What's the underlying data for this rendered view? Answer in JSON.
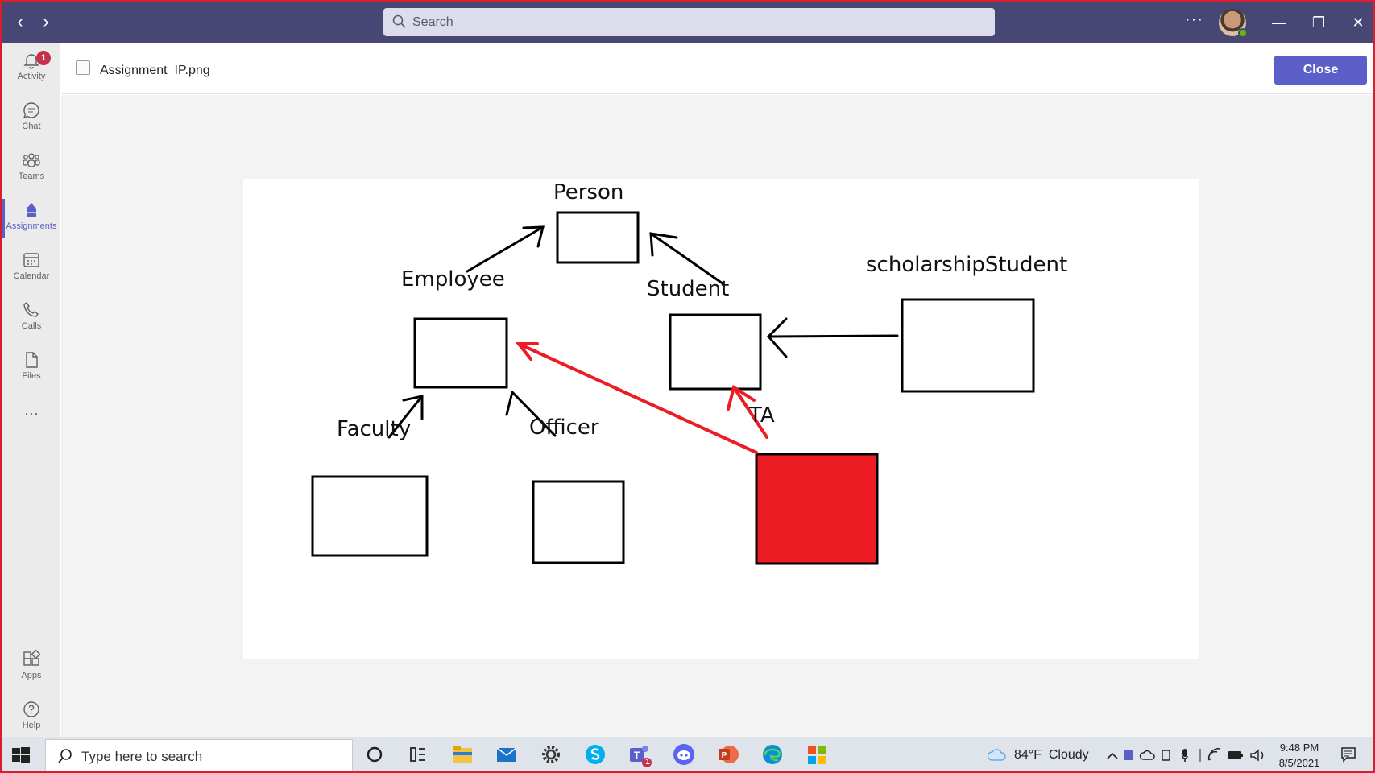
{
  "titlebar": {
    "search_placeholder": "Search",
    "more_label": "···",
    "minimize": "—",
    "restore": "❐",
    "close": "✕"
  },
  "rail": {
    "items": [
      {
        "label": "Activity",
        "icon": "bell-icon",
        "badge": "1"
      },
      {
        "label": "Chat",
        "icon": "chat-icon"
      },
      {
        "label": "Teams",
        "icon": "teams-icon"
      },
      {
        "label": "Assignments",
        "icon": "assignments-icon",
        "active": true
      },
      {
        "label": "Calendar",
        "icon": "calendar-icon"
      },
      {
        "label": "Calls",
        "icon": "phone-icon"
      },
      {
        "label": "Files",
        "icon": "file-icon"
      },
      {
        "label": "···",
        "icon": "more-icon"
      },
      {
        "label": "Apps",
        "icon": "apps-icon"
      },
      {
        "label": "Help",
        "icon": "help-icon"
      }
    ]
  },
  "file_header": {
    "file_name": "Assignment_IP.png",
    "close_label": "Close"
  },
  "diagram": {
    "labels": {
      "person": "Person",
      "employee": "Employee",
      "student": "Student",
      "scholarship_student": "scholarshipStudent",
      "faculty": "Faculty",
      "officer": "Officer",
      "ta": "TA"
    },
    "highlight_color": "#ed1c24"
  },
  "taskbar": {
    "search_placeholder": "Type here to search",
    "weather": "84°F  Cloudy",
    "time": "9:48 PM",
    "date": "8/5/2021",
    "teams_badge": "1"
  },
  "colors": {
    "titlebar": "#464775",
    "accent": "#5b5fc7",
    "frame_border": "#d81e2c"
  }
}
